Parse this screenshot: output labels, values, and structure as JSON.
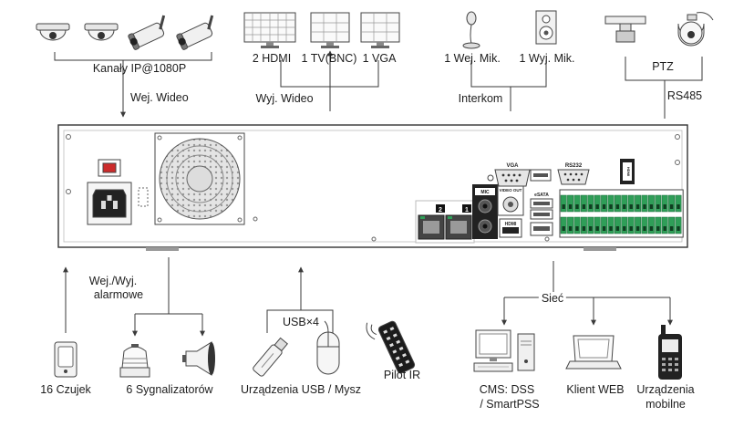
{
  "top": {
    "ip_cameras": "Kanały IP@1080P",
    "video_in": "Wej. Wideo",
    "out_hdmi": "2 HDMI",
    "out_tv": "1 TV(BNC)",
    "out_vga": "1 VGA",
    "video_out": "Wyj. Wideo",
    "mic_in": "1 Wej. Mik.",
    "mic_out": "1 Wyj. Mik.",
    "intercom": "Interkom",
    "ptz": "PTZ",
    "rs485": "RS485"
  },
  "panel": {
    "vga_port": "VGA",
    "rs232_port": "RS232",
    "mic_port": "MIC",
    "video_out_port": "VIDEO OUT",
    "hdmi_port": "HDMI",
    "esata_port": "eSATA",
    "hdmi_side": "HDMI",
    "lan1": "1",
    "lan2": "2"
  },
  "bottom": {
    "sensors": "16 Czujek",
    "alarm_io_line1": "Wej./Wyj.",
    "alarm_io_line2": "alarmowe",
    "sirens": "6 Sygnalizatorów",
    "usb_count": "USB×4",
    "usb_devices": "Urządzenia USB / Mysz",
    "ir_remote": "Pilot IR",
    "network": "Sieć",
    "cms_line1": "CMS: DSS",
    "cms_line2": "/ SmartPSS",
    "web_client": "Klient WEB",
    "mobile_line1": "Urządzenia",
    "mobile_line2": "mobilne"
  },
  "colors": {
    "line": "#3a3a3a",
    "device_fill": "#f2f2f2",
    "dark": "#1a1a1a",
    "green": "#2f9e58",
    "red": "#cc2b2b"
  },
  "icons": {
    "dome_camera": "dome-camera-icon",
    "bullet_camera": "bullet-camera-icon",
    "monitor": "monitor-icon",
    "microphone": "microphone-icon",
    "speaker": "speaker-icon",
    "ptz_camera": "ptz-camera-icon",
    "sensor": "sensor-icon",
    "siren": "siren-icon",
    "usb_stick": "usb-stick-icon",
    "mouse": "mouse-icon",
    "remote": "ir-remote-icon",
    "desktop_pc": "desktop-pc-icon",
    "laptop": "laptop-icon",
    "phone": "mobile-phone-icon"
  }
}
